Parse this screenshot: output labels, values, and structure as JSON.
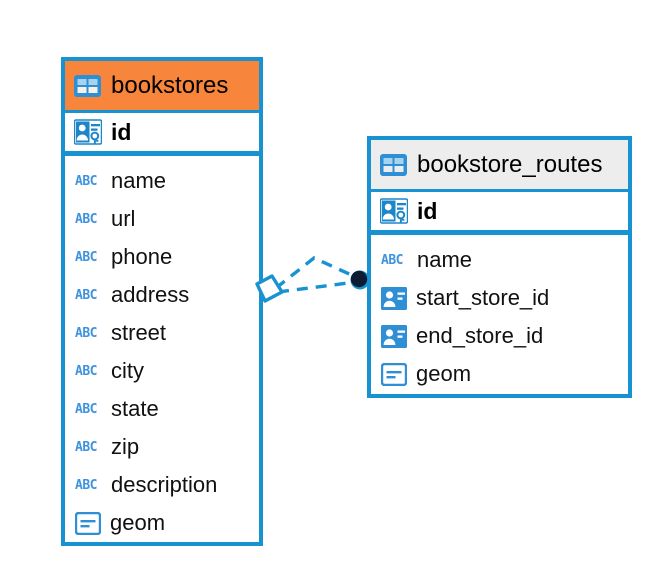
{
  "diagram": {
    "type": "entity-relationship-diagram",
    "background_color": "#ffffff",
    "accent_color": "#1892d0",
    "highlight_color": "#f8853c",
    "neutral_header_color": "#ededed"
  },
  "entities": [
    {
      "name": "bookstores",
      "header_style": "accent",
      "table_icon": "table-icon",
      "primary_key": {
        "label": "id",
        "icon": "primary-key-icon"
      },
      "fields": [
        {
          "label": "name",
          "icon": "abc-text-icon",
          "type": "text"
        },
        {
          "label": "url",
          "icon": "abc-text-icon",
          "type": "text"
        },
        {
          "label": "phone",
          "icon": "abc-text-icon",
          "type": "text"
        },
        {
          "label": "address",
          "icon": "abc-text-icon",
          "type": "text"
        },
        {
          "label": "street",
          "icon": "abc-text-icon",
          "type": "text"
        },
        {
          "label": "city",
          "icon": "abc-text-icon",
          "type": "text"
        },
        {
          "label": "state",
          "icon": "abc-text-icon",
          "type": "text"
        },
        {
          "label": "zip",
          "icon": "abc-text-icon",
          "type": "text"
        },
        {
          "label": "description",
          "icon": "abc-text-icon",
          "type": "text"
        },
        {
          "label": "geom",
          "icon": "geometry-icon",
          "type": "geometry"
        }
      ]
    },
    {
      "name": "bookstore_routes",
      "header_style": "neutral",
      "table_icon": "table-icon",
      "primary_key": {
        "label": "id",
        "icon": "primary-key-icon"
      },
      "fields": [
        {
          "label": "name",
          "icon": "abc-text-icon",
          "type": "text"
        },
        {
          "label": "start_store_id",
          "icon": "foreign-key-icon",
          "type": "foreign-key"
        },
        {
          "label": "end_store_id",
          "icon": "foreign-key-icon",
          "type": "foreign-key"
        },
        {
          "label": "geom",
          "icon": "geometry-icon",
          "type": "geometry"
        }
      ]
    }
  ],
  "relationships": [
    {
      "from": "bookstores",
      "to": "bookstore_routes",
      "from_marker": "diamond",
      "to_marker": "filled-circle",
      "line_style": "dashed",
      "branches": 2
    }
  ]
}
